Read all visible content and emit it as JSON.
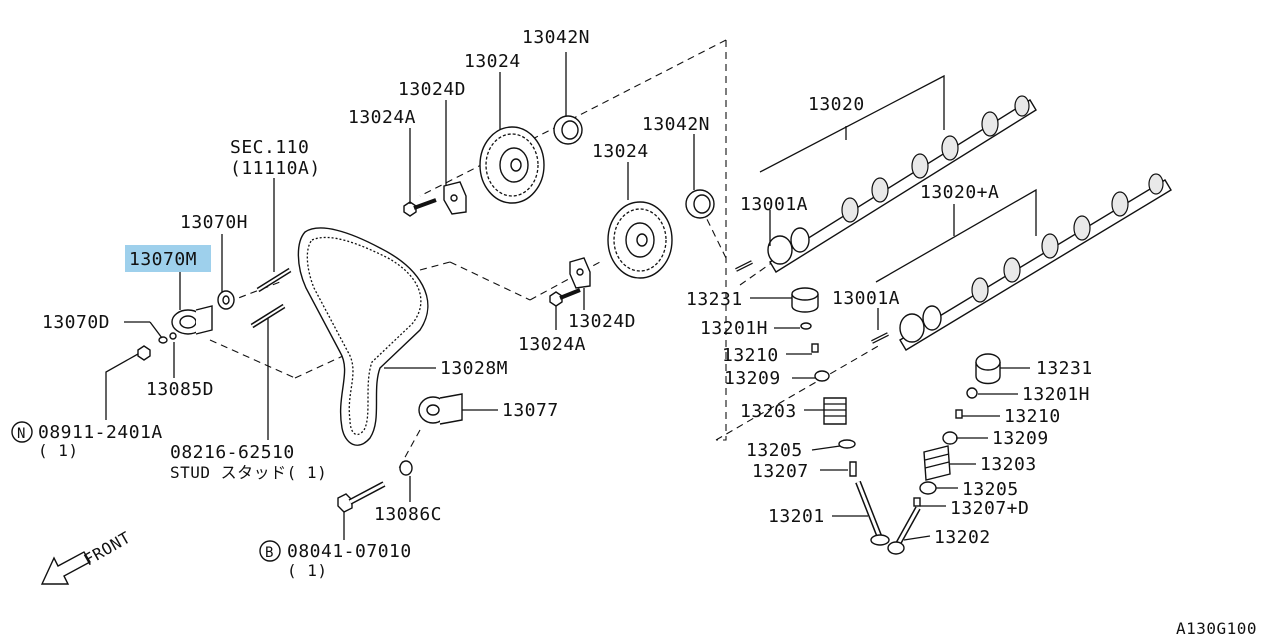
{
  "diagram": {
    "highlight_color": "#9ed0ec",
    "labels": {
      "p13042N_top": "13042N",
      "p13024_top": "13024",
      "p13024D_top": "13024D",
      "p13024A_top": "13024A",
      "sec110": "SEC.110",
      "sec110_sub": "(11110A)",
      "p13070H": "13070H",
      "p13070M": "13070M",
      "p13070D": "13070D",
      "p13085D": "13085D",
      "n_bolt": "08911-2401A",
      "n_bolt_qty": "( 1)",
      "n_circle": "N",
      "stud": "08216-62510",
      "stud_sub": "STUD スタッド( 1)",
      "p13028M": "13028M",
      "p13077": "13077",
      "p13086C": "13086C",
      "b_bolt": "08041-07010",
      "b_bolt_qty": "( 1)",
      "b_circle": "B",
      "front": "FRONT",
      "p13042N_mid": "13042N",
      "p13024_mid": "13024",
      "p13024D_mid": "13024D",
      "p13024A_mid": "13024A",
      "p13020": "13020",
      "p13020A": "13020+A",
      "p13001A_top": "13001A",
      "p13001A_mid": "13001A",
      "p13231_left": "13231",
      "p13201H_left": "13201H",
      "p13210_left": "13210",
      "p13209_left": "13209",
      "p13203_left": "13203",
      "p13205_left": "13205",
      "p13207_left": "13207",
      "p13201": "13201",
      "p13231_right": "13231",
      "p13201H_right": "13201H",
      "p13210_right": "13210",
      "p13209_right": "13209",
      "p13203_right": "13203",
      "p13205_right": "13205",
      "p13207D": "13207+D",
      "p13202": "13202",
      "figure_code": "A130G100"
    }
  }
}
